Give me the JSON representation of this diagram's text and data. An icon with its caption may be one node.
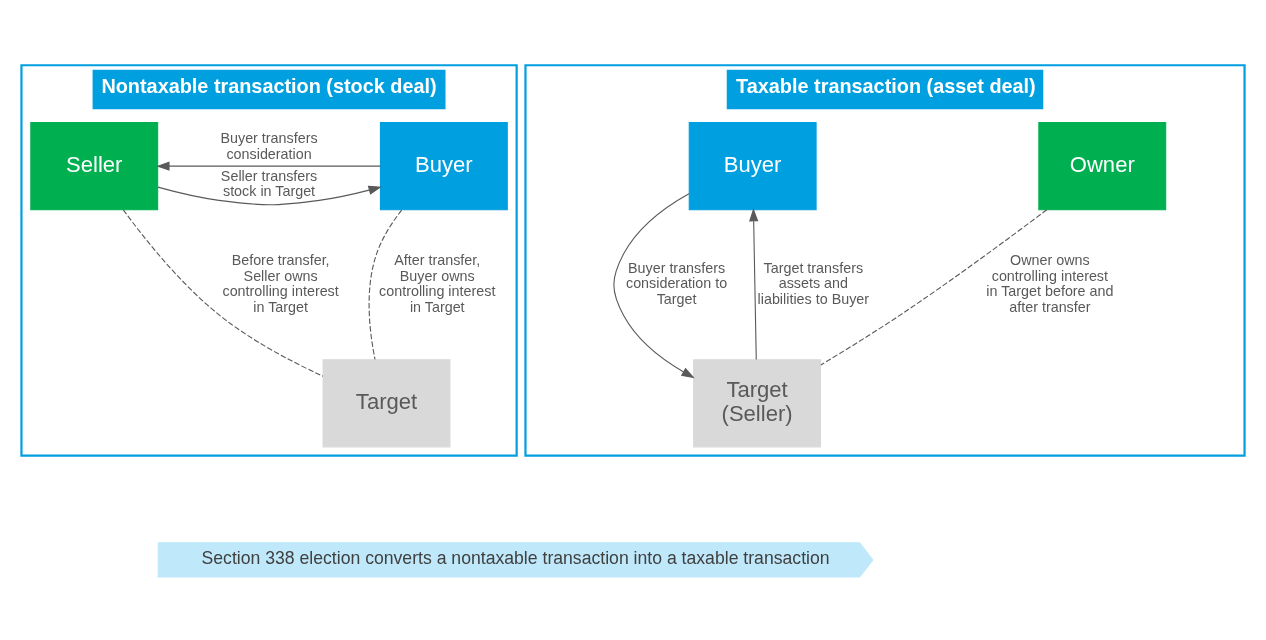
{
  "diagram": {
    "nodes": [
      {
        "text": [
          "Nontaxable transaction (stock deal)"
        ]
      },
      {
        "text": [
          "Buyer"
        ],
        "in": 0
      },
      {
        "text": [
          "Seller"
        ],
        "in": 0
      },
      {
        "text": [
          "Target"
        ],
        "in": 0
      },
      {
        "text": [
          "Taxable transaction (asset deal)"
        ]
      },
      {
        "text": [
          "Buyer"
        ],
        "in": 4
      },
      {
        "text": [
          "Owner"
        ],
        "in": 4
      },
      {
        "text": [
          "Target (Seller)"
        ],
        "in": 4
      },
      {
        "text": [
          "Section 338 election converts a nontaxable transaction into a taxable transaction"
        ]
      }
    ],
    "edges": [
      {
        "from": 1,
        "to": 2,
        "arrow": "to",
        "label": "Buyer transfers consideration"
      },
      {
        "from": 2,
        "to": 1,
        "arrow": "to",
        "label": "Seller transfers stock in Target"
      },
      {
        "from": 1,
        "to": 3,
        "arrow": "none",
        "style": "dashed",
        "label": "After transfer, Buyer owns controlling interest in Target"
      },
      {
        "from": 2,
        "to": 3,
        "arrow": "none",
        "style": "dashed",
        "label": "Before transfer, Seller owns controlling interest in Target"
      },
      {
        "from": 5,
        "to": 7,
        "arrow": "to",
        "label": "Buyer transfers consideration to Target"
      },
      {
        "from": 7,
        "to": 5,
        "arrow": "to",
        "label": "Target transfers assets and liabilities to Buyer"
      },
      {
        "from": 6,
        "to": 7,
        "arrow": "none",
        "style": "dashed",
        "label": "Owner owns controlling interest in Target before and after transfer"
      }
    ]
  }
}
